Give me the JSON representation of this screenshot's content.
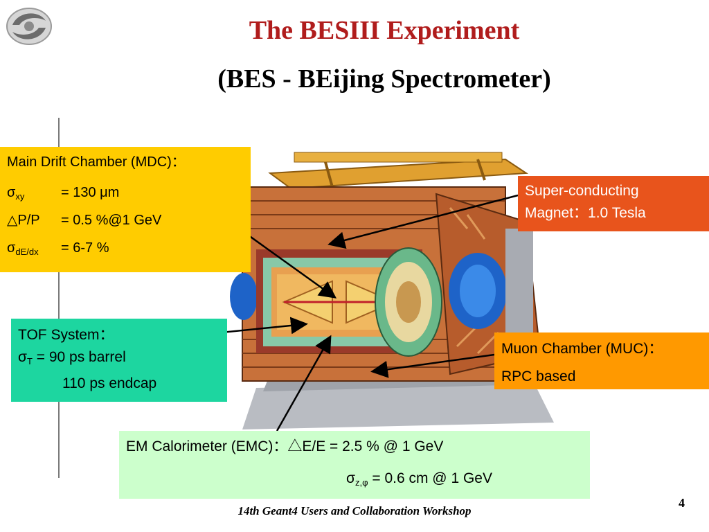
{
  "slide": {
    "title": "The BESIII Experiment",
    "subtitle": "(BES - BEijing Spectrometer)",
    "footer": "14th Geant4 Users and Collaboration Workshop",
    "page_number": "4"
  },
  "mdc": {
    "heading": "Main Drift Chamber (MDC)：",
    "rows": [
      {
        "sym": "σ",
        "sub": "xy",
        "value": "= 130 μm"
      },
      {
        "sym": "△P/P",
        "sub": "",
        "value": "= 0.5 %@1 GeV"
      },
      {
        "sym": "σ",
        "sub": "dE/dx",
        "value": "= 6-7 %"
      }
    ]
  },
  "magnet": {
    "line1": "Super-conducting",
    "line2": "Magnet：1.0 Tesla"
  },
  "tof": {
    "heading": "TOF System：",
    "sym": "σ",
    "sub": "T",
    "line1": " = 90   ps barrel",
    "line2": "110 ps endcap"
  },
  "muc": {
    "heading": "Muon Chamber (MUC)：",
    "line2": "RPC based"
  },
  "emc": {
    "line1": "EM Calorimeter (EMC)：△E/E = 2.5 %   @ 1 GeV",
    "sym": "σ",
    "sub": "z,φ",
    "line2": " = 0.6 cm @ 1 GeV"
  },
  "colors": {
    "title_red": "#b01c1c",
    "mdc_box": "#ffcc00",
    "magnet_box": "#e8541c",
    "tof_box": "#1dd6a0",
    "muc_box": "#ff9900",
    "emc_box": "#ccffcc"
  },
  "icons": {
    "logo": "ihep-logo-icon",
    "detector": "besiii-detector-illustration"
  }
}
